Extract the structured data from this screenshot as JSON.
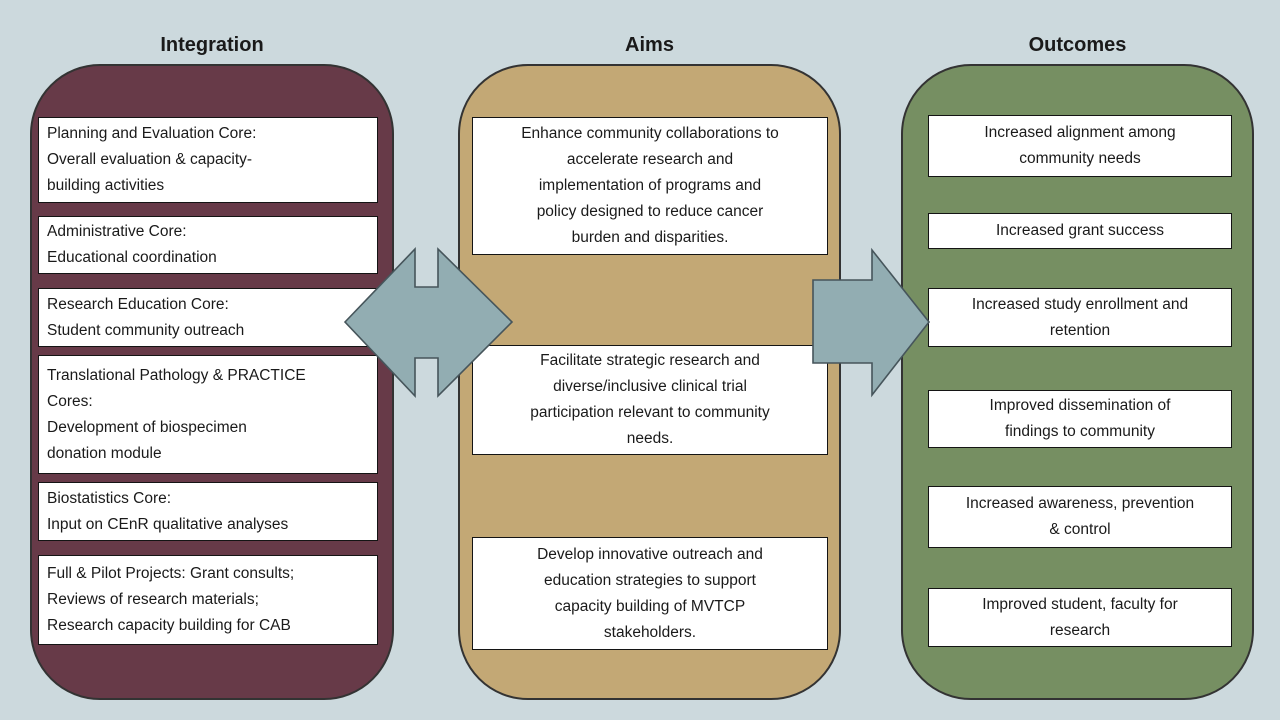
{
  "canvas": {
    "background": "#ccd9dd",
    "text_color": "#1a1a1a"
  },
  "columns": {
    "integration": {
      "title": "Integration",
      "panel_color": "#673a48",
      "boxes": [
        {
          "id": "planning-evaluation",
          "text": "Planning and Evaluation Core:\nOverall evaluation & capacity-\nbuilding activities"
        },
        {
          "id": "administrative",
          "text": "Administrative Core:\nEducational coordination"
        },
        {
          "id": "research-education",
          "text": "Research Education Core:\nStudent community outreach"
        },
        {
          "id": "translational-pathology",
          "text": "Translational Pathology & PRACTICE\nCores:\nDevelopment of biospecimen\ndonation module"
        },
        {
          "id": "biostatistics",
          "text": "Biostatistics Core:\nInput on CEnR qualitative analyses"
        },
        {
          "id": "full-pilot-projects",
          "text": "Full & Pilot Projects: Grant consults;\nReviews of research materials;\nResearch capacity building for CAB"
        }
      ]
    },
    "aims": {
      "title": "Aims",
      "panel_color": "#c3a875",
      "boxes": [
        {
          "id": "aim-1",
          "text": "Enhance community collaborations to\naccelerate research and\nimplementation of programs and\npolicy designed to reduce cancer\nburden and disparities."
        },
        {
          "id": "aim-2",
          "text": "Facilitate strategic research and\ndiverse/inclusive clinical trial\nparticipation relevant to community\nneeds."
        },
        {
          "id": "aim-3",
          "text": "Develop innovative outreach and\neducation strategies to support\ncapacity building of MVTCP\nstakeholders."
        }
      ]
    },
    "outcomes": {
      "title": "Outcomes",
      "panel_color": "#768f62",
      "boxes": [
        {
          "id": "alignment",
          "text": "Increased alignment among\ncommunity needs"
        },
        {
          "id": "grant-success",
          "text": "Increased grant success"
        },
        {
          "id": "enrollment-retention",
          "text": "Increased study enrollment and\nretention"
        },
        {
          "id": "dissemination",
          "text": "Improved dissemination of\nfindings to community"
        },
        {
          "id": "awareness-prevention",
          "text": "Increased awareness, prevention\n& control"
        },
        {
          "id": "student-faculty",
          "text": "Improved student, faculty for\nresearch"
        }
      ]
    }
  },
  "arrows": {
    "fill": "#92adb2",
    "stroke": "#46555b",
    "integration_aims_direction": "left-right",
    "aims_outcomes_direction": "right"
  }
}
